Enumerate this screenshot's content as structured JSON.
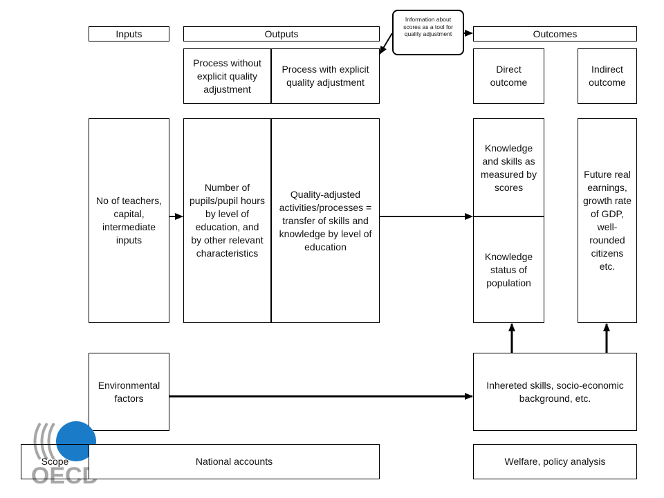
{
  "headers": {
    "inputs": "Inputs",
    "outputs": "Outputs",
    "outcomes": "Outcomes"
  },
  "callout": "Information about\nscores as a tool for\nquality adjustment",
  "sub_headers": {
    "process_without": "Process without\nexplicit quality\nadjustment",
    "process_with": "Process with explicit\nquality adjustment",
    "direct_outcome": "Direct\noutcome",
    "indirect_outcome": "Indirect\noutcome"
  },
  "cells": {
    "inputs": "No of teachers,\ncapital,\nintermediate\ninputs",
    "pupils": "Number of\npupils/pupil hours\nby level of\neducation, and\nby other relevant\ncharacteristics",
    "quality_adjusted": "Quality-adjusted\nactivities/processes =\ntransfer of skills and\nknowledge by level of\neducation",
    "knowledge_scores": "Knowledge\nand skills as\nmeasured by\nscores",
    "knowledge_status": "Knowledge\nstatus of\npopulation",
    "future_earnings": "Future real\nearnings,\ngrowth rate\nof GDP,\nwell-\nrounded\ncitizens\netc.",
    "environmental": "Environmental\nfactors",
    "inherited": "Inhereted skills, socio-economic\nbackground, etc."
  },
  "scope": {
    "label": "Scope",
    "national_accounts": "National accounts",
    "welfare": "Welfare, policy analysis"
  },
  "logo": {
    "text": "OECD",
    "accent_color": "#1a7cc8",
    "grey_color": "#a6a6a6"
  }
}
